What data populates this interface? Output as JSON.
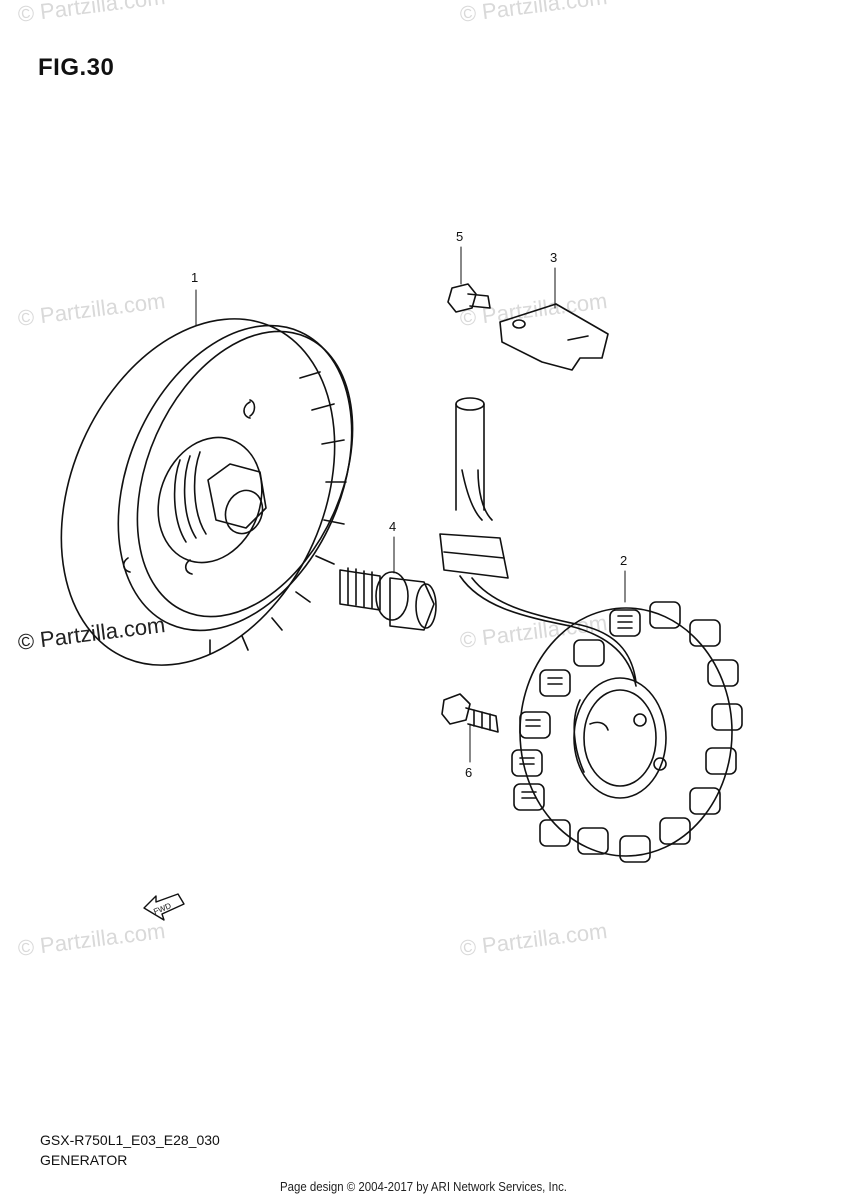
{
  "figure": {
    "title": "FIG.30"
  },
  "callouts": [
    "1",
    "2",
    "3",
    "4",
    "5",
    "6"
  ],
  "watermark": {
    "text": "© Partzilla.com"
  },
  "model": {
    "code": "GSX-R750L1_E03_E28_030",
    "section": "GENERATOR"
  },
  "fwd_label": "FWD",
  "footer": {
    "text": "Page design © 2004-2017 by ARI Network Services, Inc."
  }
}
